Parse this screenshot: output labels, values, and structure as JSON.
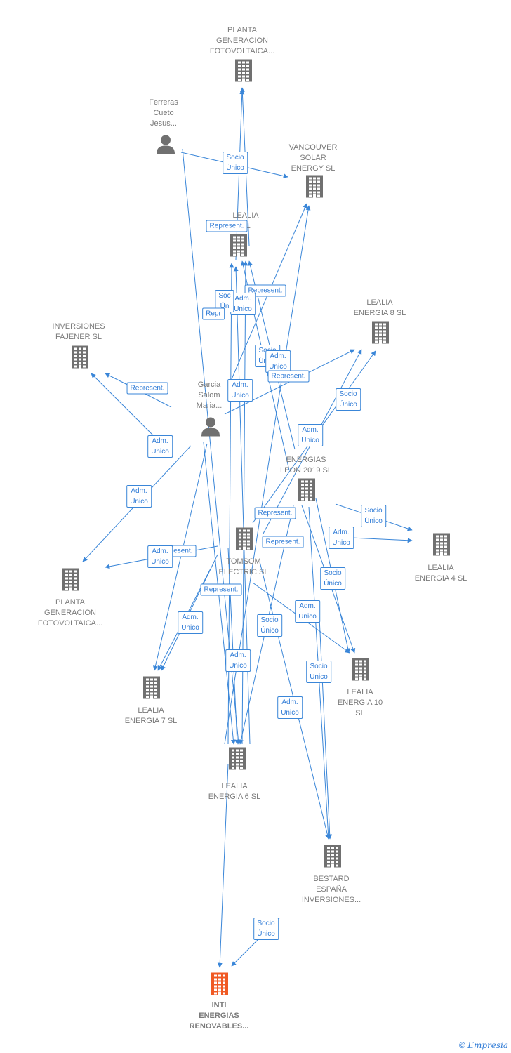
{
  "colors": {
    "edge": "#3a86d8",
    "building": "#707070",
    "person": "#707070",
    "target": "#f05a24",
    "label": "#7a7a7a"
  },
  "nodes": [
    {
      "id": "planta1",
      "type": "building",
      "label": "PLANTA\nGENERACION\nFOTOVOLTAICA..."
    },
    {
      "id": "ferreras",
      "type": "person",
      "label": "Ferreras\nCueto\nJesus..."
    },
    {
      "id": "vancouver",
      "type": "building",
      "label": "VANCOUVER\nSOLAR\nENERGY  SL"
    },
    {
      "id": "lealia",
      "type": "building",
      "label": "LEALIA\n          SL"
    },
    {
      "id": "lealia8",
      "type": "building",
      "label": "LEALIA\nENERGIA 8  SL"
    },
    {
      "id": "fajener",
      "type": "building",
      "label": "INVERSIONES\nFAJENER  SL"
    },
    {
      "id": "garcia",
      "type": "person",
      "label": "Garcia\nSalom\nMaria..."
    },
    {
      "id": "leon",
      "type": "building",
      "label": "ENERGIAS\nLEON 2019  SL"
    },
    {
      "id": "lealia4",
      "type": "building",
      "label": "LEALIA\nENERGIA 4  SL"
    },
    {
      "id": "tomsom",
      "type": "building",
      "label": "TOMSOM\nELECTRIC  SL"
    },
    {
      "id": "planta2",
      "type": "building",
      "label": "PLANTA\nGENERACION\nFOTOVOLTAICA..."
    },
    {
      "id": "lealia10",
      "type": "building",
      "label": "LEALIA\nENERGIA 10\nSL"
    },
    {
      "id": "lealia7",
      "type": "building",
      "label": "LEALIA\nENERGIA 7  SL"
    },
    {
      "id": "lealia6",
      "type": "building",
      "label": "LEALIA\nENERGIA 6  SL"
    },
    {
      "id": "bestard",
      "type": "building",
      "label": "BESTARD\nESPAÑA\nINVERSIONES..."
    },
    {
      "id": "inti",
      "type": "target",
      "label": "INTI\nENERGIAS\nRENOVABLES..."
    }
  ],
  "edge_labels": [
    "Socio\nÚnico",
    "Represent.",
    "Represent.",
    "Adm.\nUnico",
    "Soc\nÚn",
    "Repr",
    "Socio\nÚnico",
    "Adm.\nUnico",
    "Represent.",
    "Represent.",
    "Adm.\nUnico",
    "Socio\nÚnico",
    "Adm.\nUnico",
    "Adm.\nUnico",
    "Represent.",
    "Socio\nÚnico",
    "Adm.\nUnico",
    "Represent.",
    "Adm.\nUnico",
    "Represent.",
    "Represent.",
    "Socio\nÚnico",
    "Adm.\nUnico",
    "Adm.\nUnico",
    "Socio\nÚnico",
    "Adm.\nUnico",
    "Socio\nÚnico",
    "Adm.\nUnico",
    "Adm.\nUnico",
    "Socio\nÚnico"
  ],
  "footer": {
    "copyright": "©",
    "brand": "Empresia"
  }
}
